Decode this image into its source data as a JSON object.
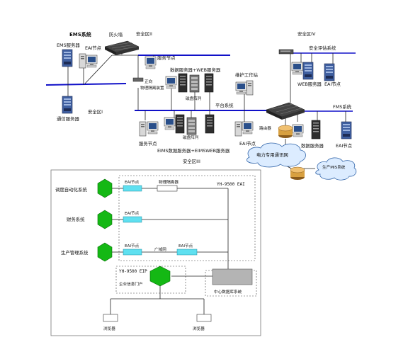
{
  "colors": {
    "bus_blue": "#1010c8",
    "link_dark": "#222222",
    "hexagon_green": "#14b814",
    "eai_cyan": "#5fe0f0",
    "db_grey": "#b4b4b4",
    "cloud_blue": "#dcecff",
    "server_blue": "#3f5fa0",
    "server_dark": "#3a3a3a"
  },
  "top": {
    "zones": {
      "zone2": "安全区II",
      "zone1": "安全区I",
      "zone3": "安全区III",
      "zone4": "安全区IV"
    },
    "ems": {
      "title": "EMS系统",
      "server": "EMS服务器",
      "eai": "EAI节点",
      "comm": "通信服务器"
    },
    "firewall": "防火墙",
    "service_node_top": "服务节点",
    "forward": "正向",
    "isolator": "物理隔离装置",
    "servers_web": "数据服务器+WEB服务器",
    "disk_array": "磁盘阵列",
    "maint": "维护工作站",
    "platform": "平台系统",
    "db_servers_eims": "EIMS数据服务器+EIMSWEB服务器",
    "disk_array2": "磁盘阵列",
    "service_node_bottom": "服务节点",
    "eai_node_bottom": "EAI节点",
    "router": "路由器",
    "security_eval": "安全评估系统",
    "web_server": "WEB服务器",
    "eai_right": "EAI节点",
    "fms_title": "FMS系统",
    "data_server": "数据服务器",
    "eai_fms": "EAI节点",
    "net_cloud": "电力专用通讯网",
    "mis_cloud": "生产MIS系统"
  },
  "bottom": {
    "systems": [
      {
        "label": "调度自动化系统"
      },
      {
        "label": "财务系统"
      },
      {
        "label": "生产管理系统"
      }
    ],
    "eai_labels": [
      "EAI节点",
      "EAI节点",
      "EAI节点",
      "EAI节点"
    ],
    "isolator": "物理隔离器",
    "yh_eai": "YH-9500 EAI",
    "wan": "广域网",
    "yh_eip": "YH-9500 EIP",
    "portal": "企业信息门户",
    "central_db": "中心数据库系统",
    "browser1": "浏览器",
    "browser2": "浏览器"
  }
}
